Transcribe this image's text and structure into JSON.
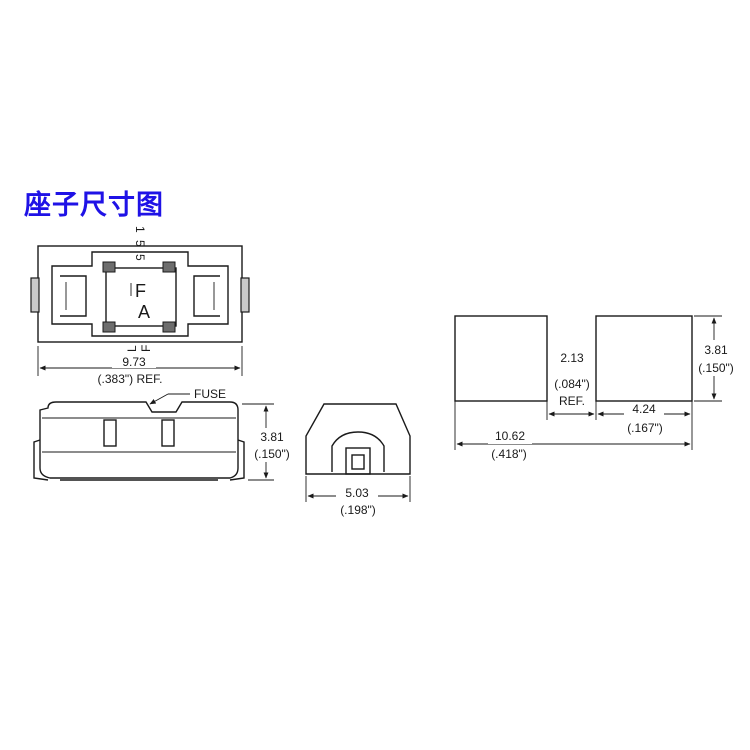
{
  "title": "座子尺寸图",
  "top_view": {
    "markings": [
      "1",
      "5",
      "5"
    ],
    "letter_f": "F",
    "letter_a": "A",
    "bottom_letters": [
      "L",
      "F"
    ],
    "dim_value": "9.73",
    "dim_sub": "(.383\") REF."
  },
  "side_view": {
    "fuse_label": "FUSE",
    "dim_value": "3.81",
    "dim_sub": "(.150\")"
  },
  "end_view": {
    "dim_value": "5.03",
    "dim_sub": "(.198\")"
  },
  "pad_layout": {
    "gap_value": "2.13",
    "gap_sub": "(.084\")",
    "gap_ref": "REF.",
    "pad_width_value": "4.24",
    "pad_width_sub": "(.167\")",
    "total_value": "10.62",
    "total_sub": "(.418\")",
    "height_value": "3.81",
    "height_sub": "(.150\")"
  }
}
